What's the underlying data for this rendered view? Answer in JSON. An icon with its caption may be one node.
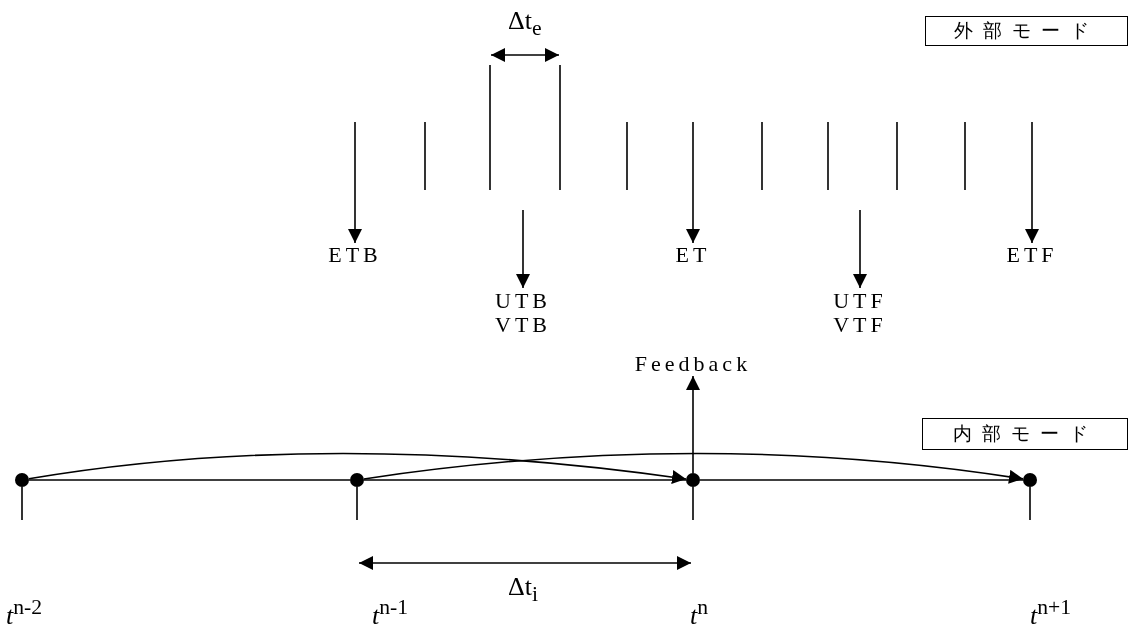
{
  "diagram": {
    "nodes": [
      {
        "text": [
          "外部モード"
        ]
      },
      {
        "text": [
          "内部モード"
        ]
      },
      {
        "text": [
          "ETB"
        ]
      },
      {
        "text": [
          "UTB",
          "VTB"
        ]
      },
      {
        "text": [
          "ET"
        ]
      },
      {
        "text": [
          "UTF",
          "VTF"
        ]
      },
      {
        "text": [
          "ETF"
        ]
      },
      {
        "text": [
          "Feedback"
        ]
      },
      {
        "text": [],
        "shape": "circle"
      },
      {
        "text": [],
        "shape": "circle"
      },
      {
        "text": [],
        "shape": "circle"
      },
      {
        "text": [],
        "shape": "circle"
      }
    ],
    "edges": [
      {
        "from": null,
        "to": 2,
        "arrow": "to"
      },
      {
        "from": null,
        "to": 3,
        "arrow": "to"
      },
      {
        "from": null,
        "to": 4,
        "arrow": "to"
      },
      {
        "from": null,
        "to": 5,
        "arrow": "to"
      },
      {
        "from": null,
        "to": 6,
        "arrow": "to"
      },
      {
        "from": 10,
        "to": 7,
        "arrow": "to"
      },
      {
        "from": 8,
        "to": 9,
        "arrow": "none"
      },
      {
        "from": 9,
        "to": 10,
        "arrow": "none"
      },
      {
        "from": 10,
        "to": 11,
        "arrow": "none"
      },
      {
        "from": 8,
        "to": 10,
        "arrow": "to"
      },
      {
        "from": 9,
        "to": 11,
        "arrow": "to"
      }
    ],
    "labels": [
      "Δt$_{e}$",
      "Δt$_{i}$",
      "*t*$^{n-2}$",
      "*t*$^{n-1}$",
      "*t*$^{n}$",
      "*t*$^{n+1}$"
    ]
  }
}
